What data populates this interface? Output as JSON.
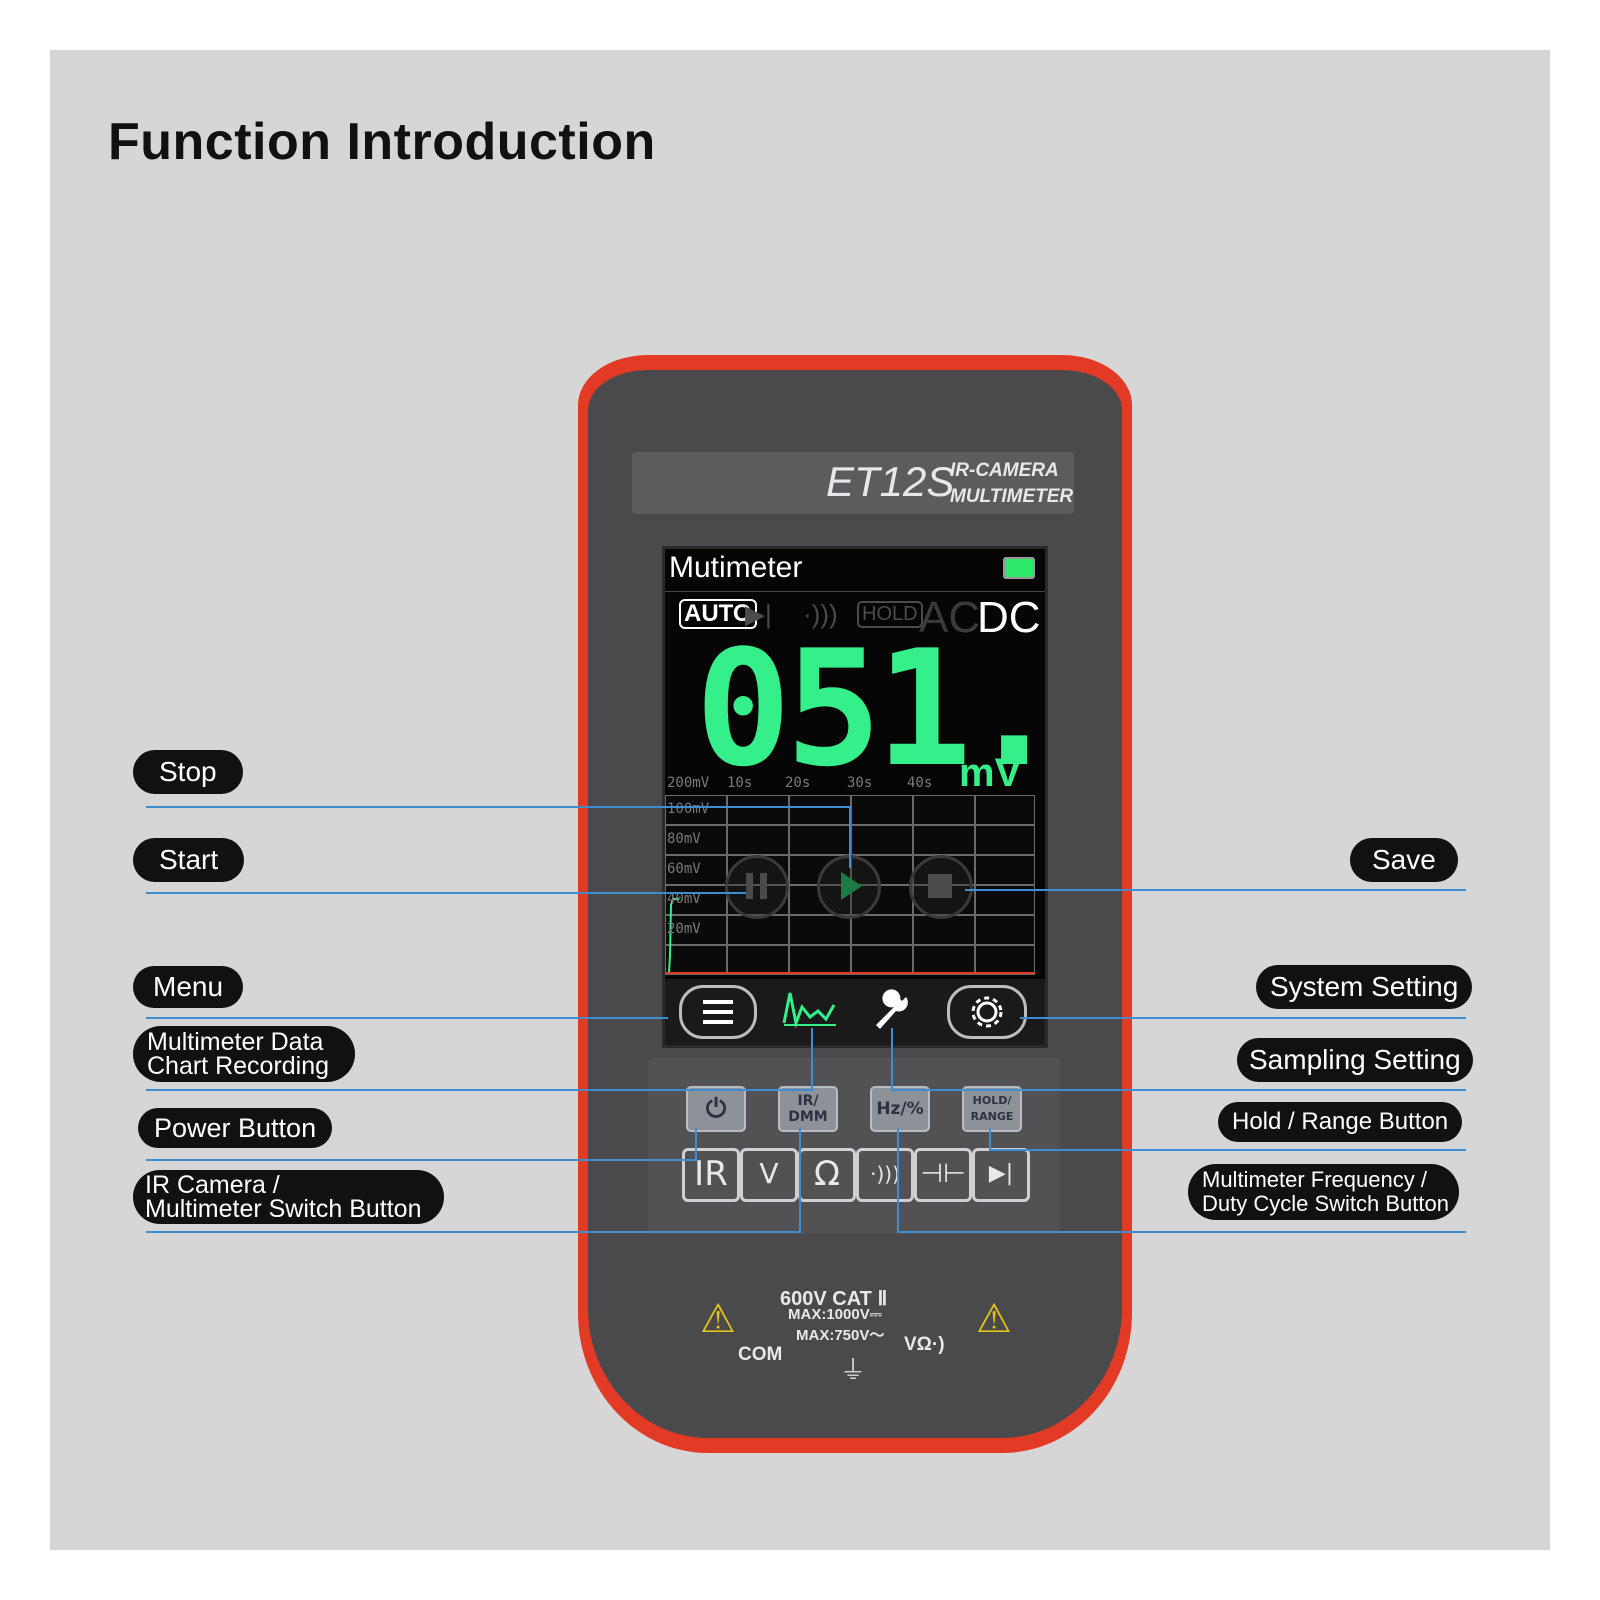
{
  "page": {
    "title": "Function Introduction"
  },
  "device": {
    "model": "ET12S",
    "tagline_1": "IR-CAMERA",
    "tagline_2": "MULTIMETER",
    "colors": {
      "body": "#4a4a4c",
      "bumper": "#e23a24",
      "reading": "#35f08a"
    }
  },
  "screen": {
    "title": "Mutimeter",
    "auto_label": "AUTO",
    "hold_label": "HOLD",
    "ac_label": "AC",
    "dc_label": "DC",
    "reading": "051.2",
    "unit": "mV",
    "chart_top_label": "200mV",
    "time_labels": [
      "10s",
      "20s",
      "30s",
      "40s"
    ],
    "y_labels": [
      "100mV",
      "80mV",
      "60mV",
      "40mV",
      "20mV"
    ],
    "tabs": [
      {
        "icon": "menu-icon"
      },
      {
        "icon": "chart-icon"
      },
      {
        "icon": "wrench-icon"
      },
      {
        "icon": "gear-icon"
      }
    ]
  },
  "buttons": {
    "power": "⏻",
    "ir_dmm": "IR/ DMM",
    "hz": "Hz/%",
    "hold_range": "HOLD/ RANGE",
    "modes": [
      "IR",
      "V",
      "Ω",
      "·)))",
      "⊣⊢",
      "▶|"
    ]
  },
  "markings": {
    "cat": "600V CAT Ⅱ",
    "max1": "MAX:1000V⎓",
    "max2": "MAX:750V～",
    "com": "COM",
    "vohm": "VΩ·)",
    "gnd": "⏚"
  },
  "callouts": {
    "stop": "Stop",
    "start": "Start",
    "menu": "Menu",
    "chart_1": "Multimeter Data",
    "chart_2": "Chart Recording",
    "power": "Power Button",
    "ir_1": "IR Camera /",
    "ir_2": "Multimeter Switch Button",
    "save": "Save",
    "system": "System Setting",
    "sampling": "Sampling Setting",
    "hold": "Hold / Range Button",
    "freq_1": "Multimeter Frequency /",
    "freq_2": "Duty Cycle Switch Button"
  }
}
